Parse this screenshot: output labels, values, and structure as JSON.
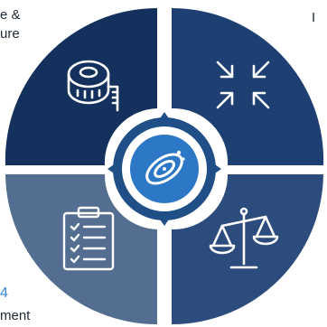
{
  "diagram": {
    "quadrants": [
      {
        "id": "top-left",
        "icon": "measuring-tape-icon",
        "color": "#13315c"
      },
      {
        "id": "top-right",
        "icon": "compress-arrows-icon",
        "color": "#1e3f72"
      },
      {
        "id": "bottom-left",
        "icon": "checklist-clipboard-icon",
        "color": "#536e91"
      },
      {
        "id": "bottom-right",
        "icon": "balance-scale-icon",
        "color": "#2b4c7d"
      }
    ],
    "center_icon": "galaxy-orbit-icon",
    "center_color": "#2c78c6",
    "texts": {
      "top_left": [
        "e &",
        "ure"
      ],
      "top_right": "I",
      "bottom_left_number": "4",
      "bottom_left": "ment"
    }
  }
}
